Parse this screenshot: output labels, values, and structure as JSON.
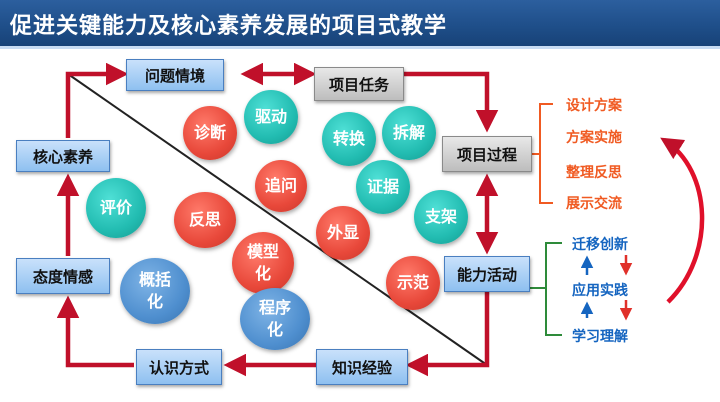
{
  "header": {
    "title": "促进关键能力及核心素养发展的项目式教学"
  },
  "colors": {
    "header": "#1f4f8a",
    "arrow_red": "#c0102a",
    "box_blue": "#8ec0f0",
    "circle_red": "#e8483a",
    "circle_teal": "#22bcb1",
    "circle_blue": "#4f8fcf",
    "stage_orange": "#f05a22",
    "level_blue": "#1565c0"
  },
  "boxes": {
    "problem_situation": "问题情境",
    "project_task": "项目任务",
    "core_literacy": "核心素养",
    "project_process": "项目过程",
    "attitude_emotion": "态度情感",
    "ability_activity": "能力活动",
    "cognitive_way": "认识方式",
    "knowledge_experience": "知识经验"
  },
  "circles": {
    "diagnose": "诊断",
    "drive": "驱动",
    "transform": "转换",
    "decompose": "拆解",
    "evaluate": "评价",
    "question": "追问",
    "evidence": "证据",
    "support": "支架",
    "reflect": "反思",
    "model": "模型化",
    "explicit": "外显",
    "demonstrate": "示范",
    "summarize": "概括化",
    "proceduralize": "程序化"
  },
  "process_stages": [
    "设计方案",
    "方案实施",
    "整理反思",
    "展示交流"
  ],
  "ability_levels": {
    "top": "迁移创新",
    "middle": "应用实践",
    "bottom": "学习理解"
  }
}
